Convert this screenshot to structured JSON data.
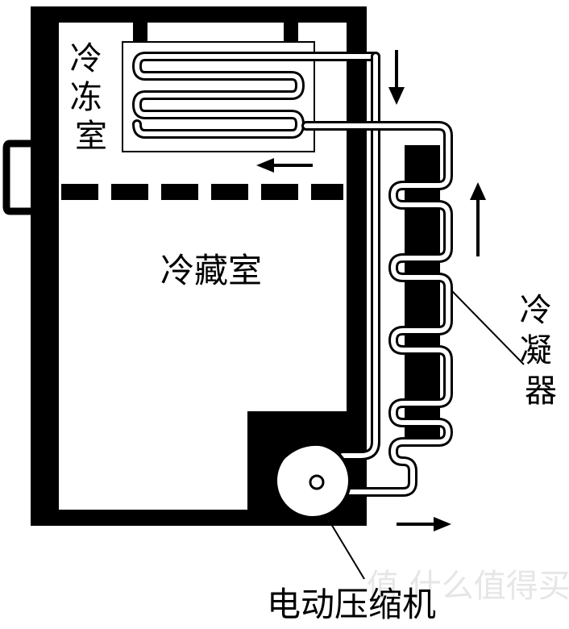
{
  "labels": {
    "freezer": "冷冻室",
    "fridge": "冷藏室",
    "condenser": "冷凝器",
    "compressor": "电动压缩机"
  },
  "watermark": "值 什么值得买",
  "colors": {
    "line": "#000000",
    "background": "#ffffff",
    "watermark": "#e6e6e6"
  }
}
